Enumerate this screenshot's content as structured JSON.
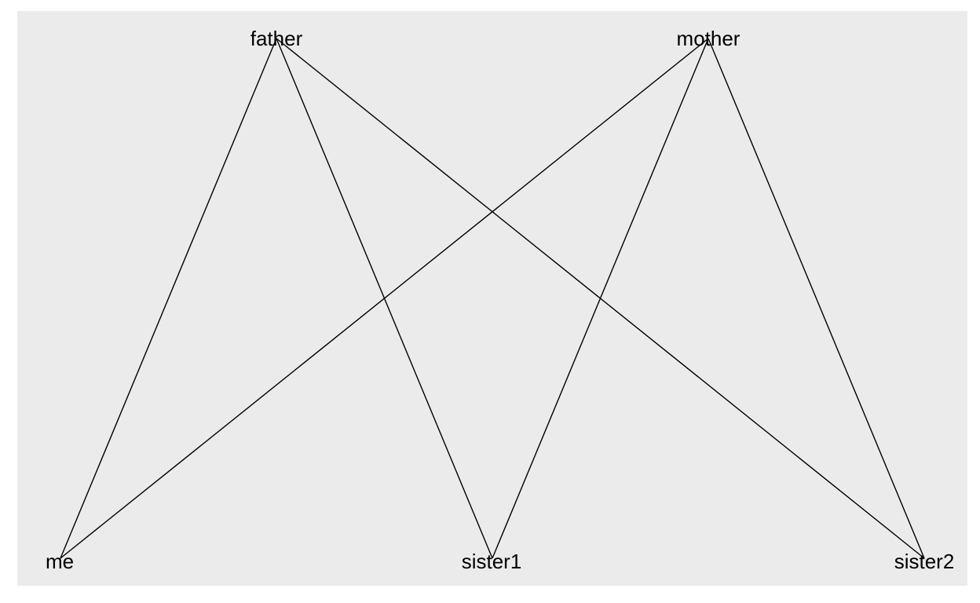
{
  "diagram": {
    "type": "network",
    "nodes": [
      {
        "id": "father",
        "label": "father"
      },
      {
        "id": "mother",
        "label": "mother"
      },
      {
        "id": "me",
        "label": "me"
      },
      {
        "id": "sister1",
        "label": "sister1"
      },
      {
        "id": "sister2",
        "label": "sister2"
      }
    ],
    "edges": [
      {
        "from": "father",
        "to": "me"
      },
      {
        "from": "father",
        "to": "sister1"
      },
      {
        "from": "father",
        "to": "sister2"
      },
      {
        "from": "mother",
        "to": "me"
      },
      {
        "from": "mother",
        "to": "sister1"
      },
      {
        "from": "mother",
        "to": "sister2"
      }
    ],
    "colors": {
      "panel_background": "#ebebeb",
      "edge": "#000000",
      "label": "#000000"
    }
  }
}
